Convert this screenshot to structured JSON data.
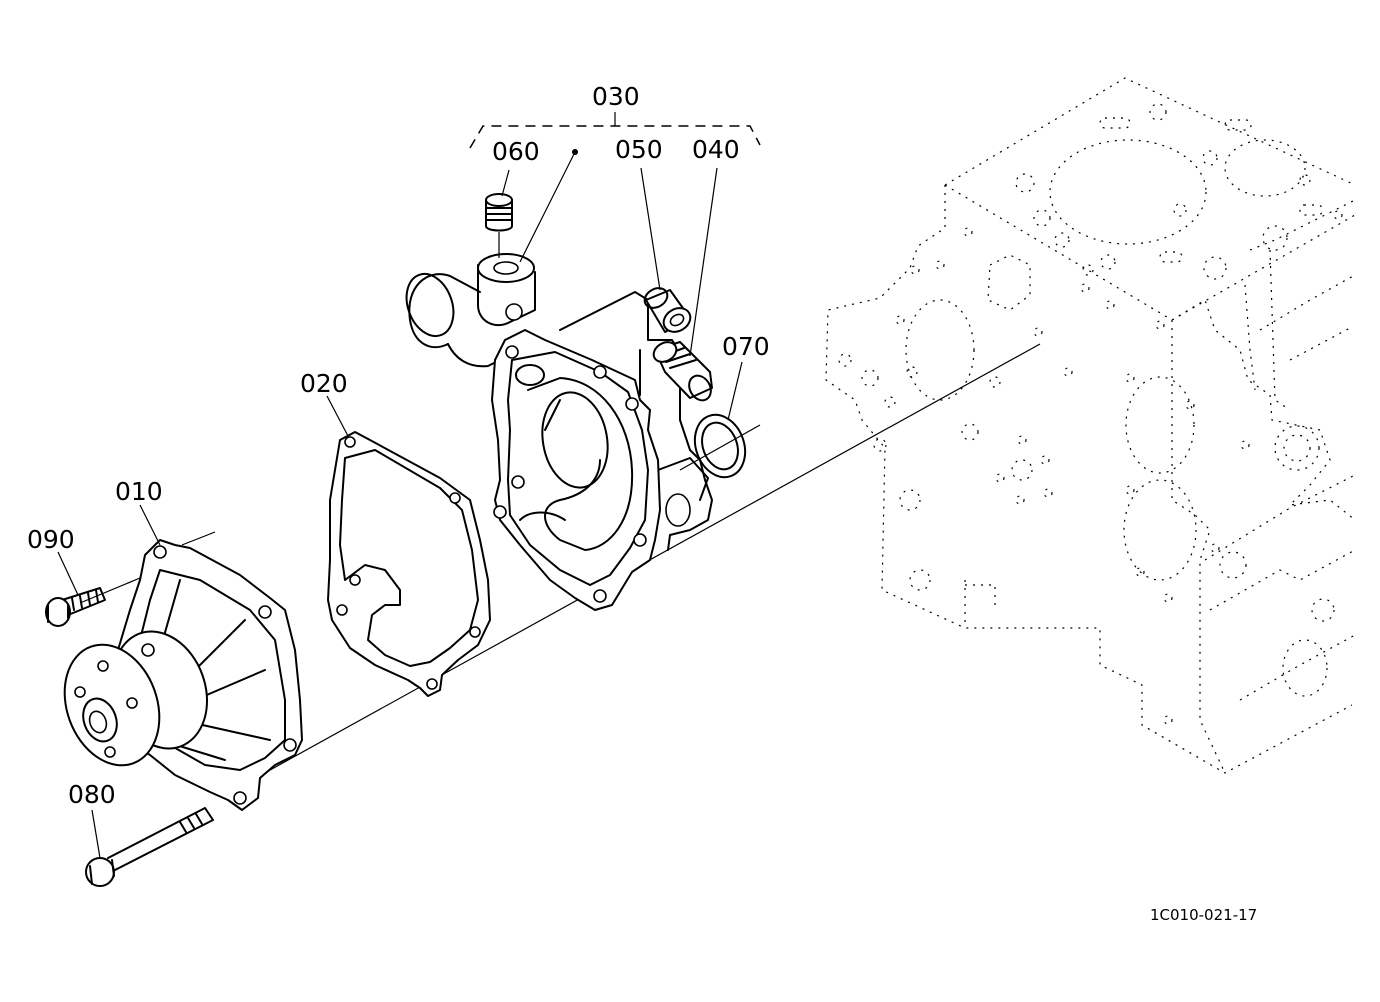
{
  "labels": {
    "l010": "010",
    "l020": "020",
    "l030": "030",
    "l040": "040",
    "l050": "050",
    "l060": "060",
    "l070": "070",
    "l080": "080",
    "l090": "090"
  },
  "drawing_code": "1C010-021-17"
}
